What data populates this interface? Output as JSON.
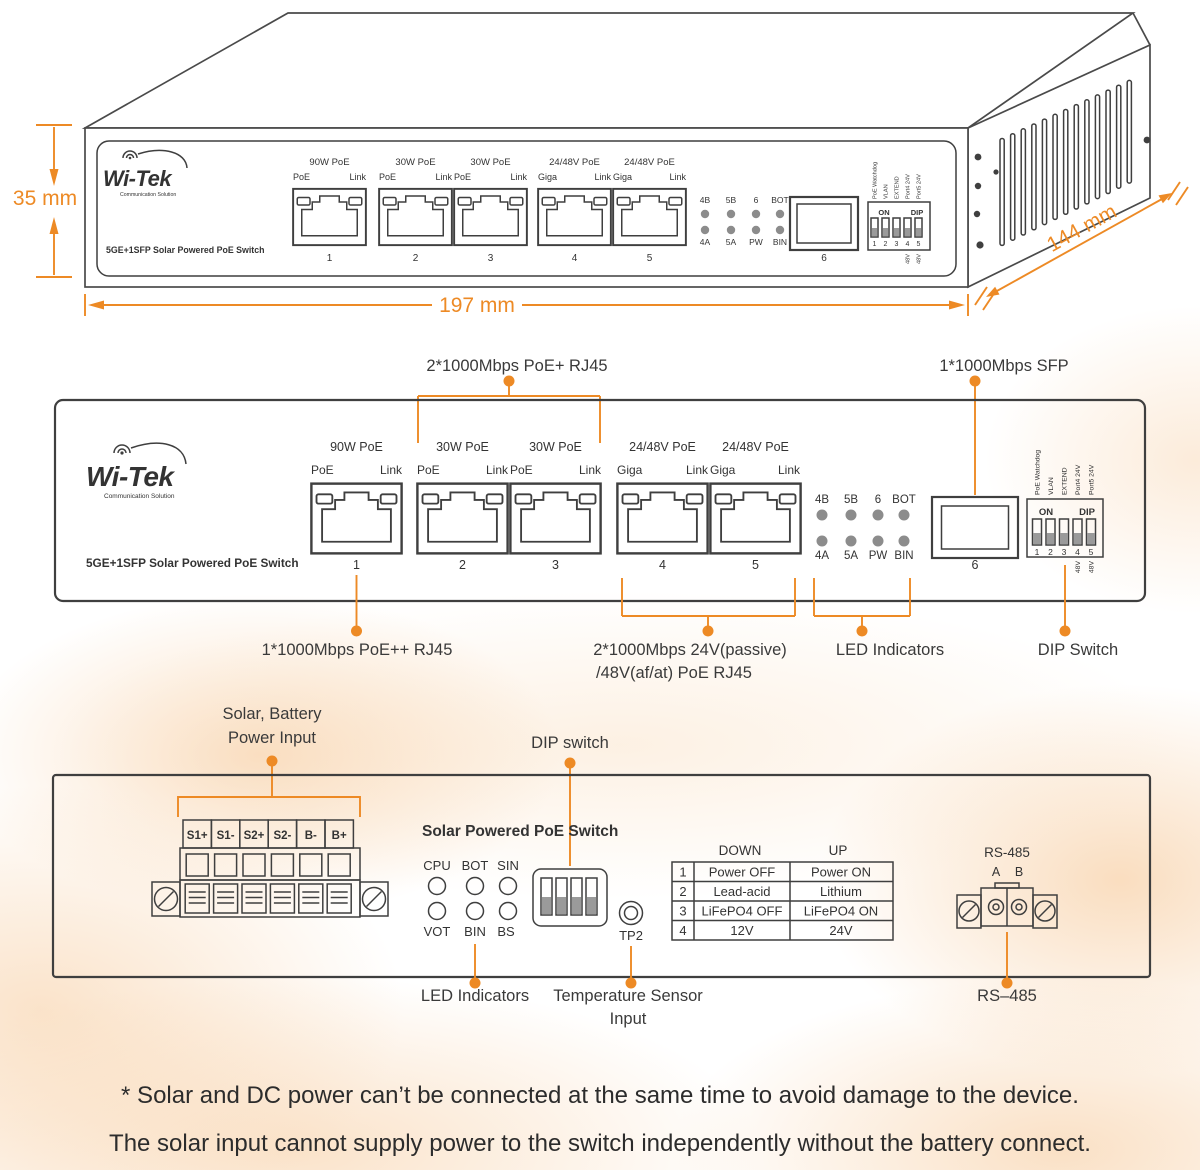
{
  "colors": {
    "accent_orange": "#ED8A25",
    "line_dark": "#3F3F3F",
    "glow_peach": "#F6C795"
  },
  "brand": {
    "name": "Wi-Tek",
    "tagline": "Communication Solution",
    "model": "5GE+1SFP Solar Powered PoE Switch"
  },
  "dimensions": {
    "height": "35 mm",
    "width": "197 mm",
    "depth": "144 mm"
  },
  "ports": [
    {
      "number": "1",
      "power": "90W PoE",
      "led_left": "PoE",
      "led_right": "Link"
    },
    {
      "number": "2",
      "power": "30W PoE",
      "led_left": "PoE",
      "led_right": "Link"
    },
    {
      "number": "3",
      "power": "30W PoE",
      "led_left": "PoE",
      "led_right": "Link"
    },
    {
      "number": "4",
      "power": "24/48V PoE",
      "led_left": "Giga",
      "led_right": "Link"
    },
    {
      "number": "5",
      "power": "24/48V PoE",
      "led_left": "Giga",
      "led_right": "Link"
    },
    {
      "number": "6"
    }
  ],
  "status_leds": {
    "row_top": [
      "4B",
      "5B",
      "6",
      "BOT"
    ],
    "row_bottom": [
      "4A",
      "5A",
      "PW",
      "BIN"
    ]
  },
  "dip_switch": {
    "on_label": "ON",
    "dip_label": "DIP",
    "positions": [
      "1",
      "2",
      "3",
      "4",
      "5"
    ],
    "function_labels": [
      "PoE Watchdog",
      "VLAN",
      "EXTEND",
      "Port4 24V",
      "Port5 24V"
    ],
    "below_labels": [
      "48V",
      "48V"
    ]
  },
  "callouts_front": {
    "poe_plus_rj45": "2*1000Mbps PoE+ RJ45",
    "sfp": "1*1000Mbps SFP",
    "poe_pp_rj45": "1*1000Mbps PoE++ RJ45",
    "passive_line1": "2*1000Mbps 24V(passive)",
    "passive_line2": "/48V(af/at) PoE RJ45",
    "led_indicators": "LED Indicators",
    "dip_switch": "DIP Switch"
  },
  "rear": {
    "title": "Solar Powered PoE Switch",
    "terminals": [
      "S1+",
      "S1-",
      "S2+",
      "S2-",
      "B-",
      "B+"
    ],
    "leds_top": [
      "CPU",
      "BOT",
      "SIN"
    ],
    "leds_bottom": [
      "VOT",
      "BIN",
      "BS"
    ],
    "tp2_label": "TP2",
    "table": {
      "header_down": "DOWN",
      "header_up": "UP",
      "rows": [
        {
          "num": "1",
          "down": "Power OFF",
          "up": "Power ON"
        },
        {
          "num": "2",
          "down": "Lead-acid",
          "up": "Lithium"
        },
        {
          "num": "3",
          "down": "LiFePO4 OFF",
          "up": "LiFePO4 ON"
        },
        {
          "num": "4",
          "down": "12V",
          "up": "24V"
        }
      ]
    },
    "rs485": {
      "label": "RS-485",
      "pin_a": "A",
      "pin_b": "B"
    }
  },
  "callouts_rear": {
    "solar_battery_line1": "Solar, Battery",
    "solar_battery_line2": "Power Input",
    "dip_switch": "DIP switch",
    "led_indicators": "LED Indicators",
    "temp_sensor_line1": "Temperature Sensor",
    "temp_sensor_line2": "Input",
    "rs485": "RS–485"
  },
  "footer": {
    "note1": "* Solar and DC power can’t be connected at the same time to avoid damage to the device.",
    "note2": "The solar input cannot supply power to the switch independently without the battery connect."
  }
}
